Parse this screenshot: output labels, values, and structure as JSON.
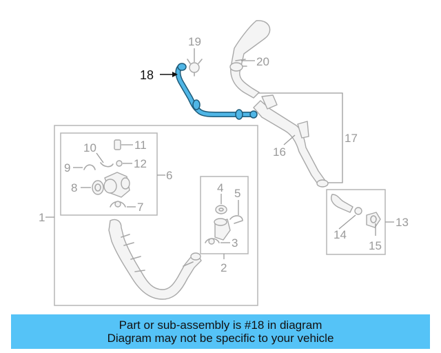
{
  "diagram": {
    "callouts": {
      "c1": "1",
      "c2": "2",
      "c3": "3",
      "c4": "4",
      "c5": "5",
      "c6": "6",
      "c7": "7",
      "c8": "8",
      "c9": "9",
      "c10": "10",
      "c11": "11",
      "c12": "12",
      "c13": "13",
      "c14": "14",
      "c15": "15",
      "c16": "16",
      "c17": "17",
      "c18": "18",
      "c19": "19",
      "c20": "20"
    },
    "highlighted_part": "18",
    "highlight_color": "#4fb6e6"
  },
  "banner": {
    "line1": "Part or sub-assembly is #18 in diagram",
    "line2": "Diagram may not be specific to your vehicle",
    "background": "#55c3f7"
  }
}
